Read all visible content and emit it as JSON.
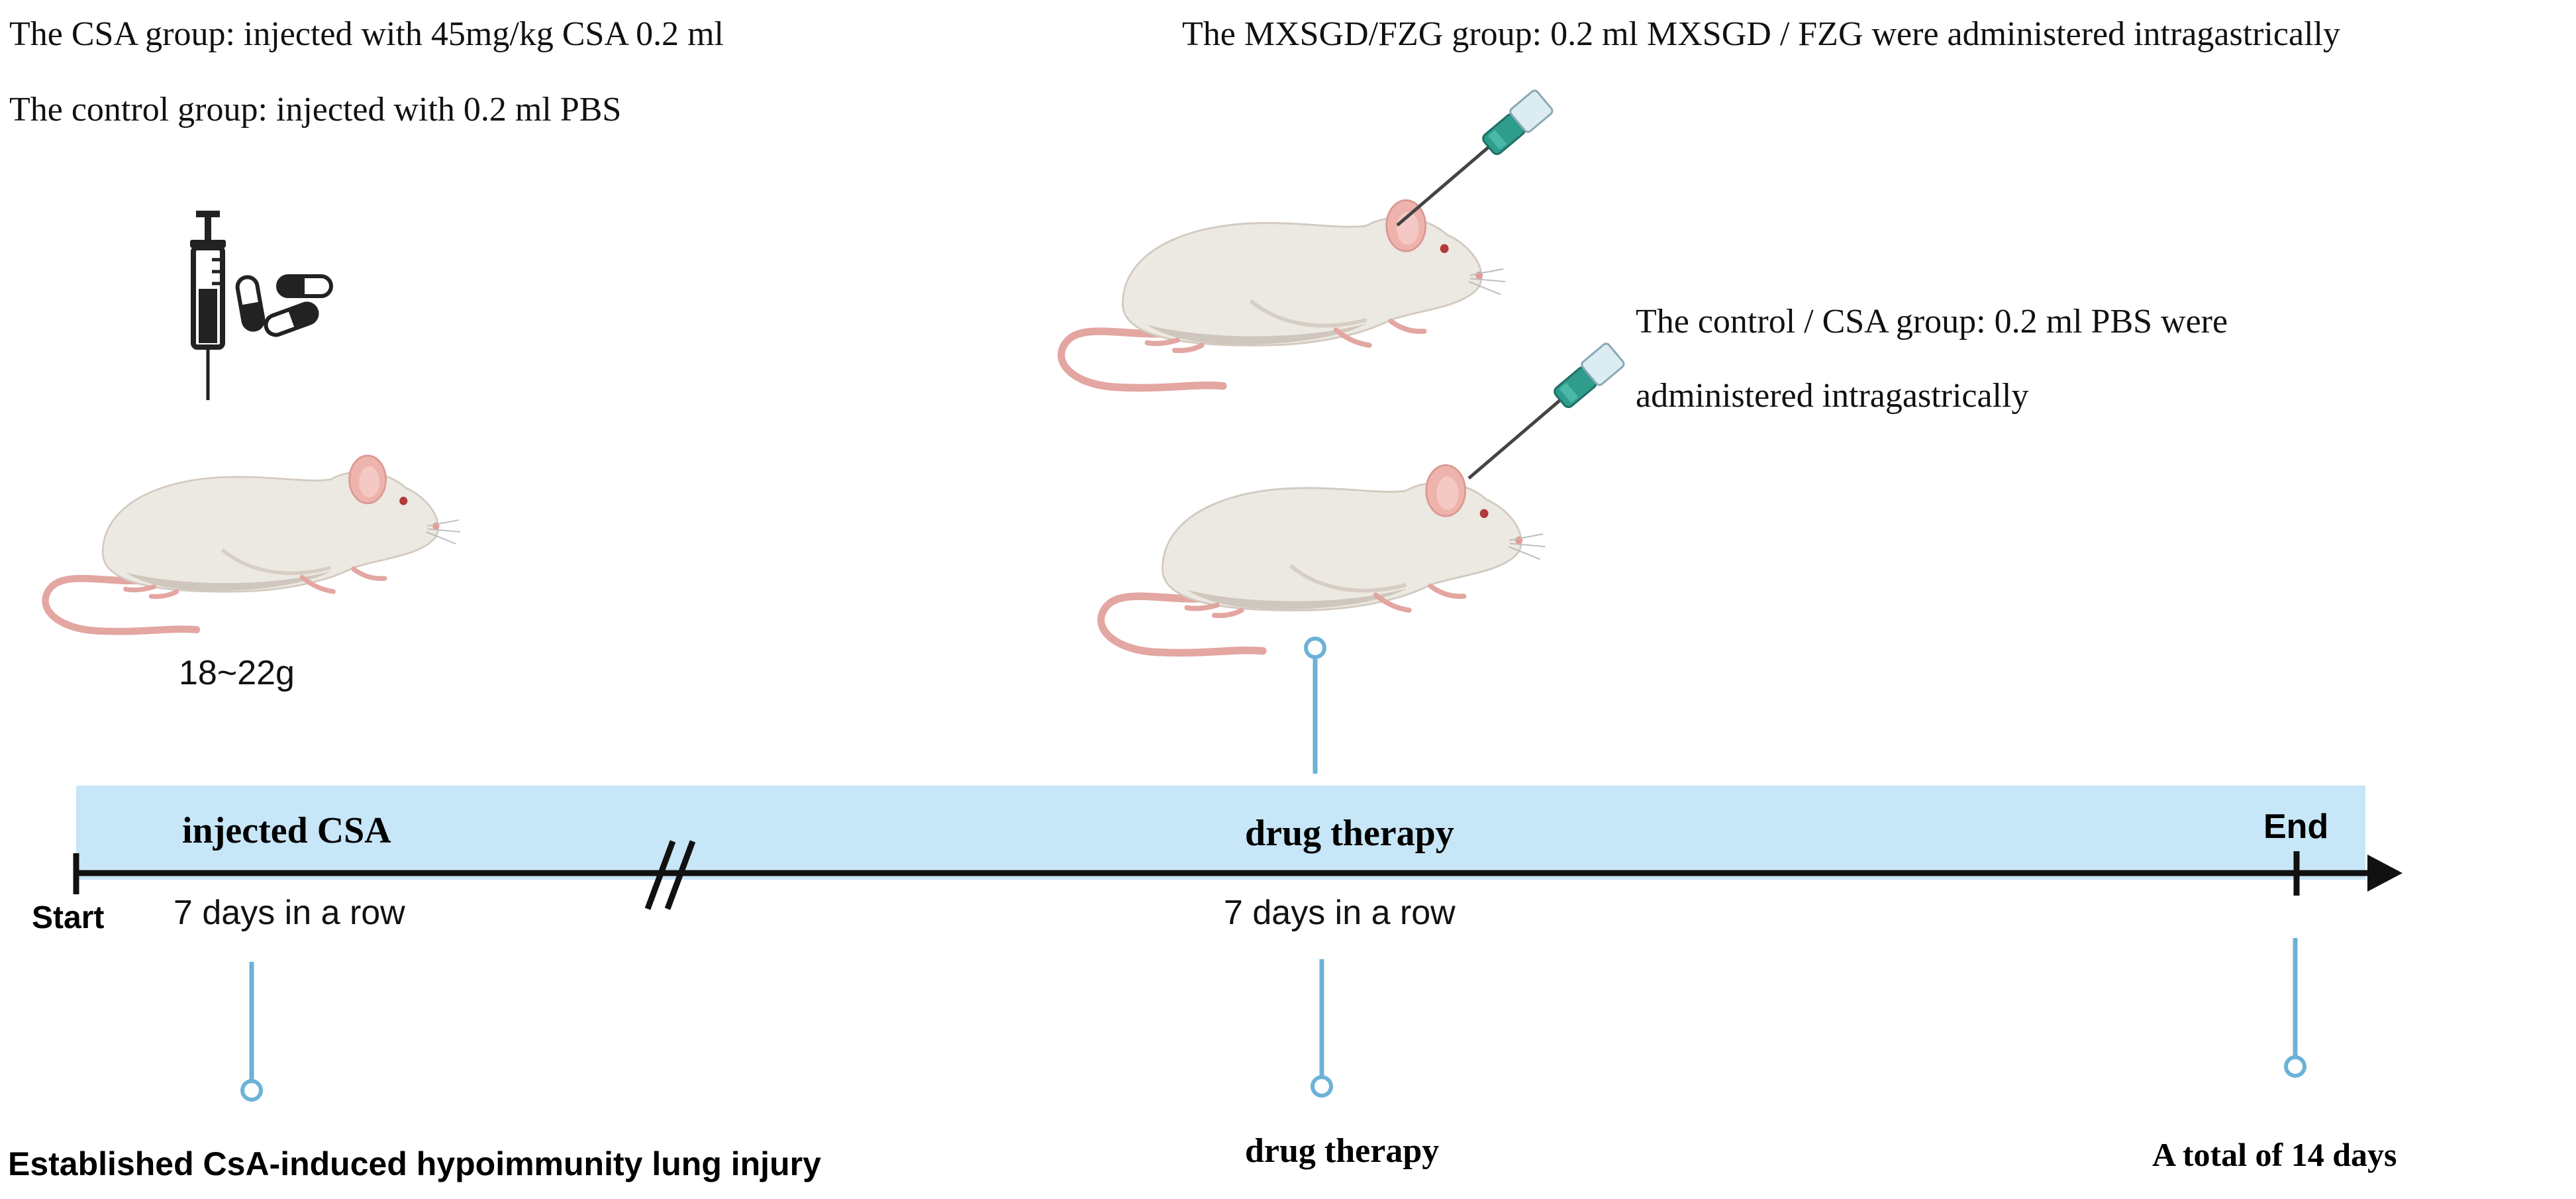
{
  "colors": {
    "band": "#c7e6f7",
    "axis": "#111111",
    "connector": "#6cb2d8",
    "mouse_body": "#ece8e2",
    "mouse_shade": "#cfc7bd",
    "mouse_tail": "#e3a6a1",
    "mouse_ear": "#efb3ad",
    "needle_hub": "#2f9c8c"
  },
  "notes": {
    "csa_group": "The CSA group: injected with 45mg/kg CSA 0.2 ml",
    "control_group": "The control group: injected with 0.2 ml PBS",
    "mxsgd_group": "The MXSGD/FZG group: 0.2 ml MXSGD / FZG were administered intragastrically",
    "control_csa_line1": "The control / CSA group: 0.2 ml PBS were",
    "control_csa_line2": "administered intragastrically"
  },
  "mouse_weight": "18~22g",
  "timeline": {
    "start": "Start",
    "end": "End",
    "phase1_label": "injected CSA",
    "phase1_duration": "7 days in a row",
    "phase2_label": "drug therapy",
    "phase2_duration": "7 days in a row"
  },
  "milestones": {
    "established": "Established CsA-induced hypoimmunity lung injury",
    "drug_therapy": "drug therapy",
    "total": "A total of 14 days"
  },
  "icons": [
    "syringe-icon",
    "capsule-icon",
    "mouse-icon",
    "needle-icon",
    "axis-break-icon",
    "arrowhead-icon"
  ]
}
